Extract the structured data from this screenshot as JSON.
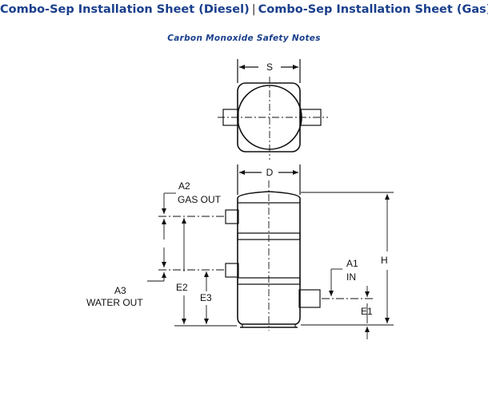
{
  "nav": {
    "diesel_link": "Combo-Sep Installation Sheet (Diesel)",
    "separator": "|",
    "gas_link": "Combo-Sep Installation Sheet (Gas)",
    "safety_link": "Carbon Monoxide Safety Notes"
  },
  "drawing": {
    "labels": {
      "s": "S",
      "d": "D",
      "a2": "A2",
      "gas_out": "GAS OUT",
      "a3": "A3",
      "water_out": "WATER OUT",
      "e2": "E2",
      "e3": "E3",
      "a1": "A1",
      "in": "IN",
      "h": "H",
      "e1": "E1"
    }
  },
  "colors": {
    "link": "#1a3f8c",
    "line": "#111111"
  }
}
